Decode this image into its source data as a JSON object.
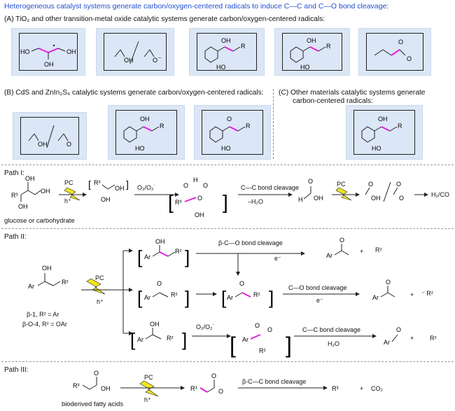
{
  "header": {
    "title": "Heterogeneous catalyst systems generate carbon/oxygen-centered radicals to induce C—C and C—O bond cleavage:"
  },
  "sections": {
    "A": "(A) TiO₂ and other transition-metal oxide catalytic systems generate carbon/oxygen-centered radicals:",
    "B": "(B) CdS and ZnIn₂S₄ catalytic systems generate carbon/oxygen-centered radicals:",
    "C_line1": "(C) Other materials catalytic systems generate",
    "C_line2": "carbon-centered radicals:"
  },
  "paths": {
    "p1": {
      "label": "Path I:",
      "pc": "PC",
      "hplus": "h⁺",
      "reagent": "O₂/O₂˙",
      "cleavage": "C—C bond cleavage",
      "minus_water": "–H₂O",
      "product": "H₂/CO",
      "substrate_name": "glucose or carbohydrate"
    },
    "p2": {
      "label": "Path II:",
      "pc": "PC",
      "hplus": "h⁺",
      "beta_co": "β-C—O bond cleavage",
      "electron": "e⁻",
      "co_cleave": "C—O bond cleavage",
      "reagent": "O₂/O₂˙",
      "cc_cleave": "C—C bond cleavage",
      "water": "H₂O",
      "note1": "β-1, R² = Ar",
      "note2": "β-O-4, R² = OAr",
      "plus": "+",
      "r2": "R²",
      "r2anion": "⁻ R²"
    },
    "p3": {
      "label": "Path III:",
      "pc": "PC",
      "hplus": "h⁺",
      "cleave": "β-C—C bond cleavage",
      "substrate_name": "bioderived fatty acids",
      "plus": "+",
      "co2": "CO₂"
    }
  },
  "colors": {
    "title": "#1f4fd1",
    "box_fill": "#dbe6f6",
    "radical_bond": "#e01ee0",
    "lightning": "#f0e61e"
  }
}
